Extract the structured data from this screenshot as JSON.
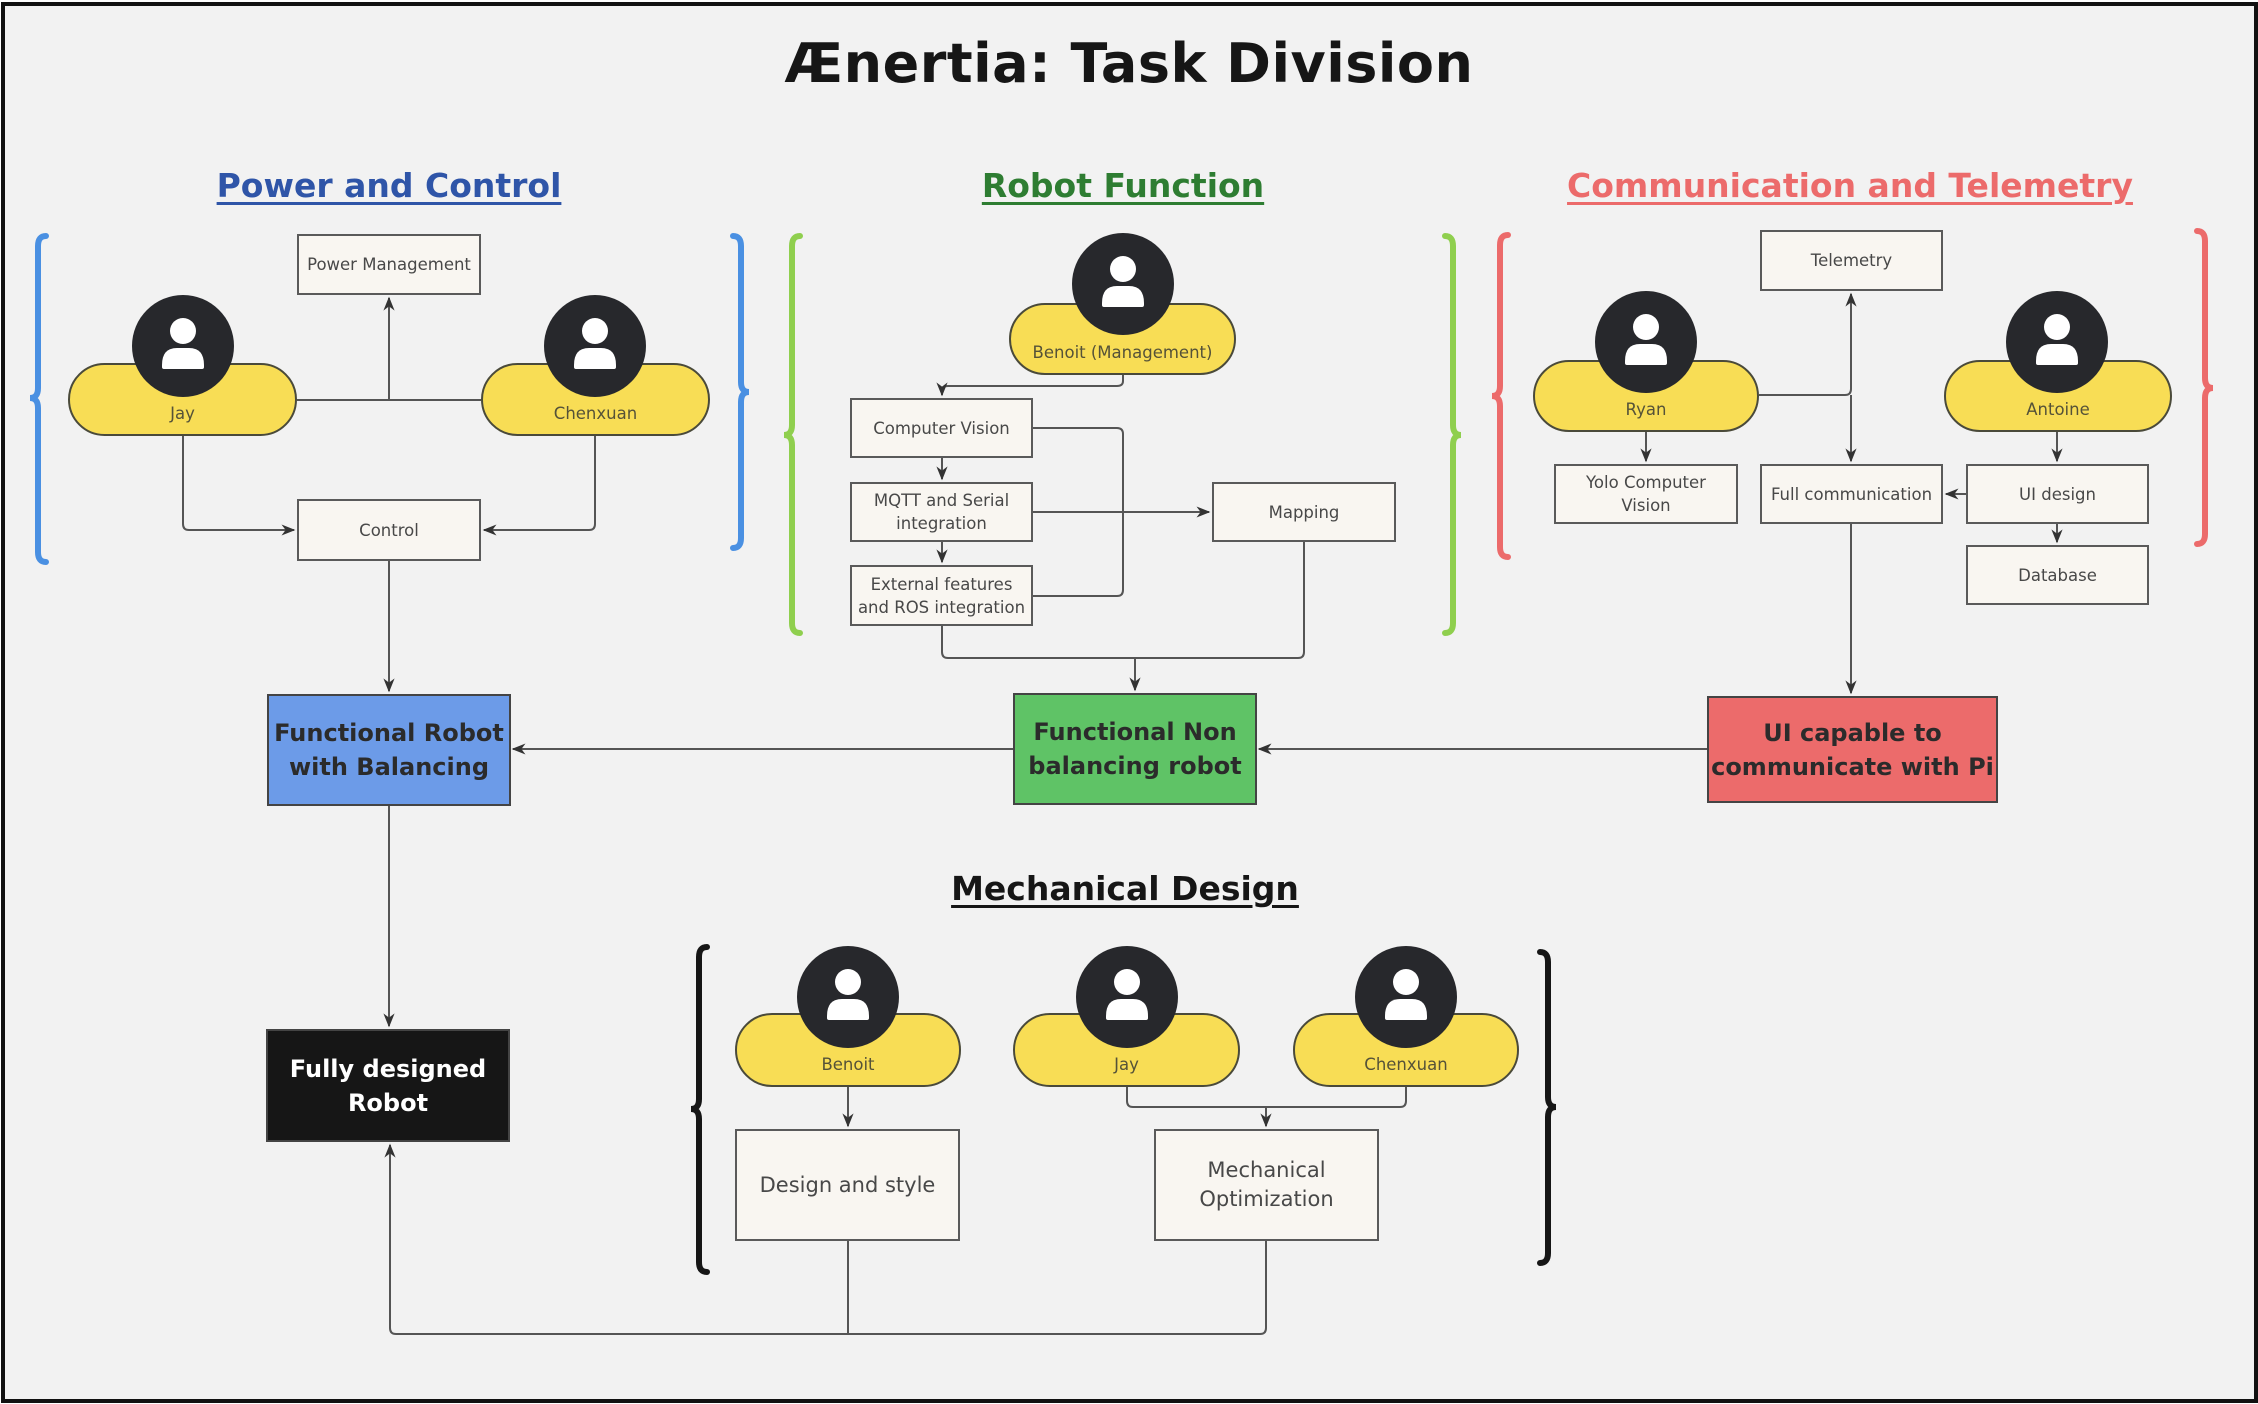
{
  "title": "Ænertia: Task Division",
  "colors": {
    "power": "#2f55a8",
    "power_bracket": "#4a90e2",
    "robot": "#2e7d32",
    "robot_bracket": "#8fcf4e",
    "comm": "#ec6b6b",
    "comm_bracket": "#ec6b6b",
    "mech": "#161616",
    "member_fill": "#f8dd55",
    "avatar_fill": "#27282c"
  },
  "sections": {
    "power": {
      "title": "Power and Control",
      "members": [
        "Jay",
        "Chenxuan"
      ],
      "tasks": [
        "Power Management",
        "Control"
      ]
    },
    "robot": {
      "title": "Robot Function",
      "members": [
        "Benoit (Management)"
      ],
      "tasks": [
        "Computer Vision",
        "MQTT and Serial integration",
        "External features and ROS integration",
        "Mapping"
      ]
    },
    "comm": {
      "title": "Communication and Telemetry",
      "members": [
        "Ryan",
        "Antoine"
      ],
      "tasks": [
        "Telemetry",
        "Yolo Computer Vision",
        "Full communication",
        "UI design",
        "Database"
      ]
    },
    "mech": {
      "title": "Mechanical Design",
      "members": [
        "Benoit",
        "Jay",
        "Chenxuan"
      ],
      "tasks": [
        "Design and style",
        "Mechanical Optimization"
      ]
    }
  },
  "milestones": {
    "balancing": {
      "label": "Functional Robot with Balancing",
      "color": "#6c9be8",
      "text_color": "#2b2b2b"
    },
    "non_balancing": {
      "label": "Functional Non balancing robot",
      "color": "#5fc366",
      "text_color": "#2b2b2b"
    },
    "ui": {
      "label": "UI capable to communicate with Pi",
      "color": "#ec6b6b",
      "text_color": "#2b2b2b"
    },
    "final": {
      "label": "Fully designed Robot",
      "color": "#161616",
      "text_color": "#ffffff"
    }
  }
}
